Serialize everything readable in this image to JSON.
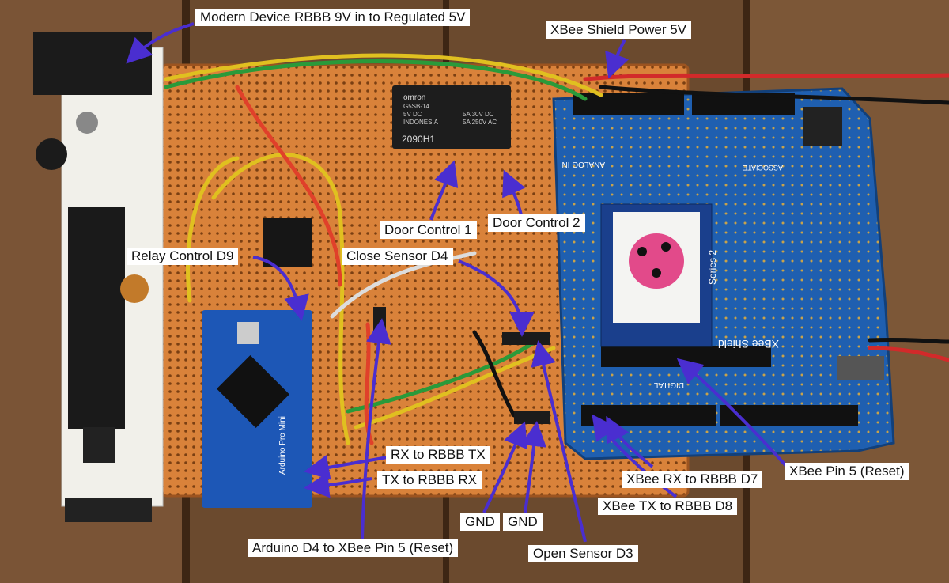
{
  "labels": {
    "rbbb_power": "Modern Device RBBB 9V in to Regulated 5V",
    "xbee_shield_power": "XBee Shield Power 5V",
    "door_control_1": "Door Control 1",
    "door_control_2": "Door Control 2",
    "relay_control": "Relay Control D9",
    "close_sensor": "Close Sensor D4",
    "rx_to_rbbb_tx": "RX to RBBB TX",
    "tx_to_rbbb_rx": "TX to RBBB RX",
    "xbee_rx_to_rbbb": "XBee RX to RBBB D7",
    "xbee_tx_to_rbbb": "XBee TX to RBBB D8",
    "xbee_pin5_reset": "XBee Pin 5 (Reset)",
    "gnd_1": "GND",
    "gnd_2": "GND",
    "arduino_d4_to_xbee": "Arduino D4 to XBee Pin 5 (Reset)",
    "open_sensor": "Open Sensor D3"
  },
  "components": {
    "relay_brand": "omron",
    "relay_model": "G5SB-14",
    "relay_coil": "5V DC",
    "relay_origin": "INDONESIA",
    "relay_rating_1": "5A 30V DC",
    "relay_rating_2": "5A 250V AC",
    "relay_code": "2090H1",
    "xbee_series": "Series 2",
    "shield_name": "XBee Shield",
    "shield_analog": "ANALOG IN",
    "shield_digital": "DIGITAL",
    "shield_associate": "ASSOCIATE",
    "arduino_name": "Arduino Pro Mini"
  },
  "colors": {
    "wood": "#6b4a2e",
    "perfboard": "#d9823a",
    "shield": "#1f5fb0",
    "arrow": "#4a2ed0",
    "label_bg": "#ffffff"
  }
}
